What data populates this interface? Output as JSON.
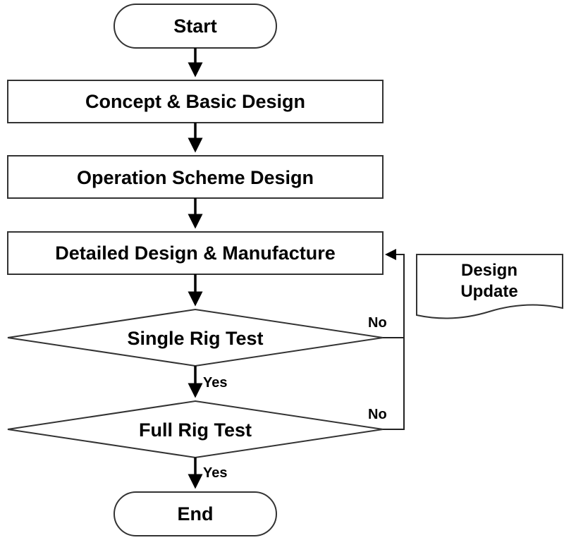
{
  "nodes": {
    "start": "Start",
    "concept": "Concept & Basic Design",
    "operation": "Operation Scheme Design",
    "detailed": "Detailed Design & Manufacture",
    "single_rig": "Single Rig Test",
    "full_rig": "Full Rig Test",
    "end": "End"
  },
  "edge_labels": {
    "single_yes": "Yes",
    "single_no": "No",
    "full_yes": "Yes",
    "full_no": "No"
  },
  "note": {
    "line1": "Design",
    "line2": "Update"
  }
}
